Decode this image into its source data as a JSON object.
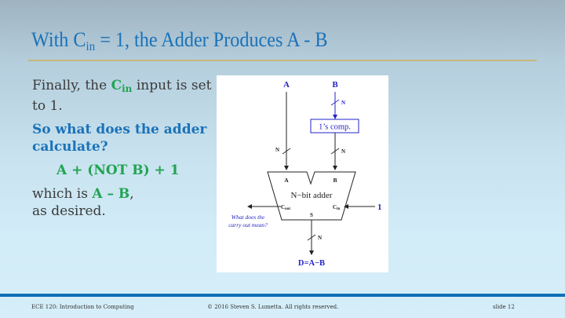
{
  "slide": {
    "title": {
      "prefix": "With C",
      "sub": "in",
      "suffix": " = 1, the Adder Produces A - B"
    },
    "body": {
      "p1": {
        "before": "Finally, the ",
        "term": "C",
        "term_sub": "in",
        "after": " input is set to 1."
      },
      "question": "So what does the adder calculate?",
      "formula": "A + (NOT B) + 1",
      "p3": {
        "before": "which is ",
        "term": "A – B",
        "after": ",",
        "line2": "as desired."
      }
    },
    "diagram": {
      "input_a": "A",
      "input_b": "B",
      "bus_width": "N",
      "ones_comp_label": "1’s comp.",
      "adder_label": "N−bit adder",
      "port_a": "A",
      "port_b": "B",
      "port_cout": "C",
      "port_cout_sub": "out",
      "port_cin": "C",
      "port_cin_sub": "in",
      "port_s": "S",
      "cin_value": "1",
      "question": [
        "What does the",
        "carry out mean?"
      ],
      "output": "D=A−B",
      "colors": {
        "blue": "#2323c8",
        "black": "#222222"
      }
    },
    "footer": {
      "course": "ECE 120: Introduction to Computing",
      "copyright": "© 2016 Steven S. Lumetta.  All rights reserved.",
      "slide_number": "slide 12"
    },
    "colors": {
      "title": "#1a72b8",
      "accent_green": "#22a351",
      "rule": "#c7b77a",
      "footer_bar": "#0f6fb5"
    }
  }
}
